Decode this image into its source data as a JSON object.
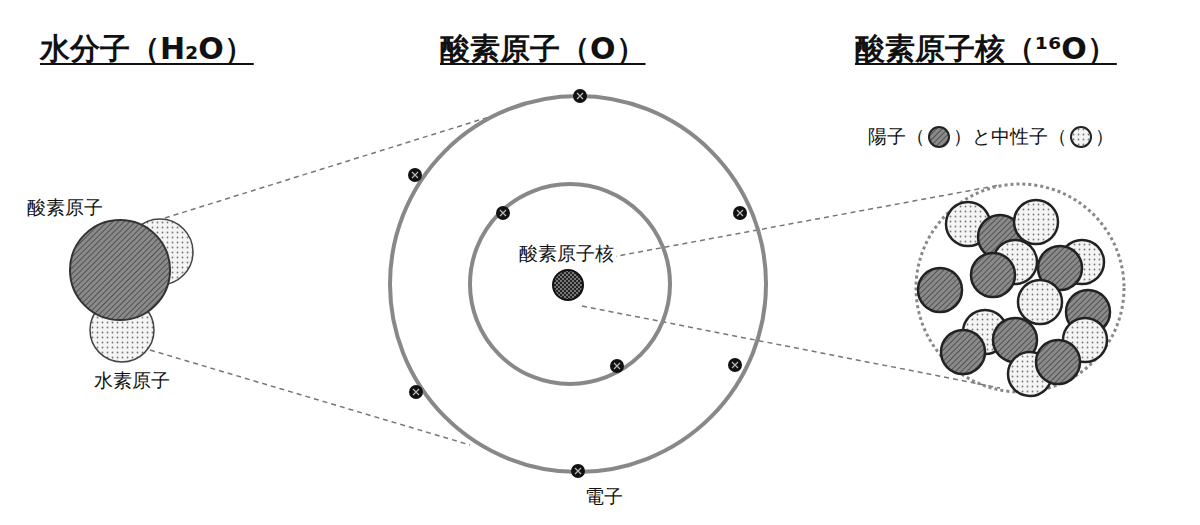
{
  "diagram": {
    "labels": [
      "水分子（H₂O）",
      "酸素原子（O）",
      "酸素原子核（¹⁶O）",
      "酸素原子",
      "水素原子",
      "酸素原子核",
      "電子",
      "（",
      "）と",
      "（",
      "）"
    ],
    "legend": [
      {
        "text": "陽子"
      },
      {
        "text": "中性子"
      }
    ]
  }
}
